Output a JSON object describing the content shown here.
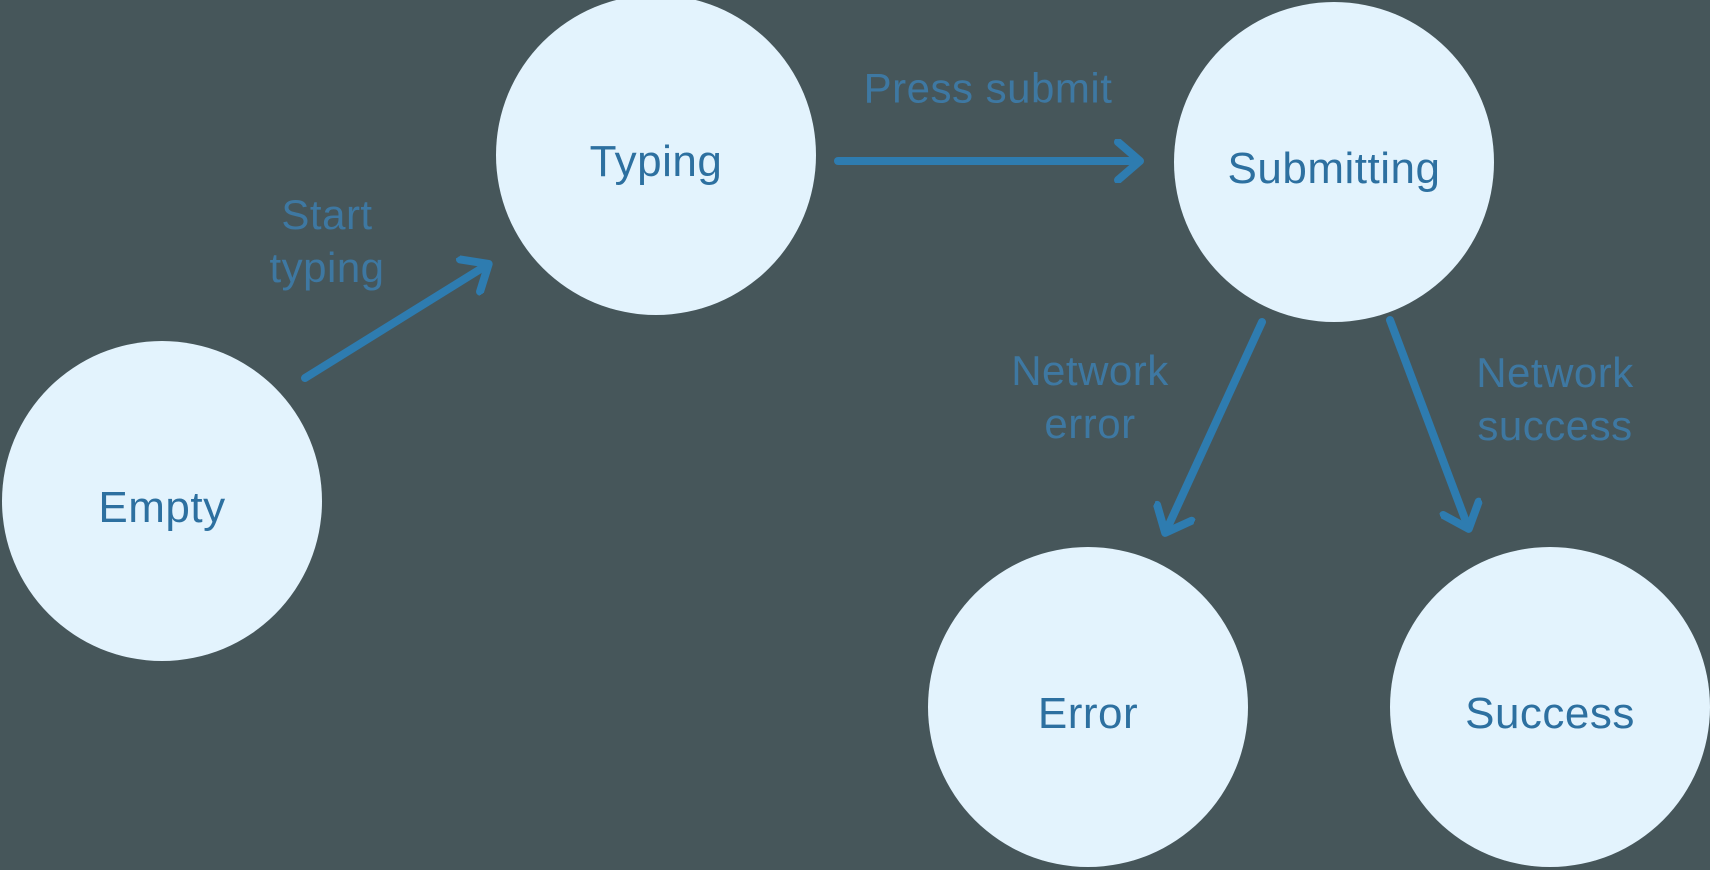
{
  "diagram": {
    "type": "state-machine",
    "nodes": {
      "empty": {
        "label": "Empty"
      },
      "typing": {
        "label": "Typing"
      },
      "submitting": {
        "label": "Submitting"
      },
      "error": {
        "label": "Error"
      },
      "success": {
        "label": "Success"
      }
    },
    "edges": {
      "start_typing": {
        "label": "Start\ntyping",
        "from": "Empty",
        "to": "Typing"
      },
      "press_submit": {
        "label": "Press submit",
        "from": "Typing",
        "to": "Submitting"
      },
      "network_error": {
        "label": "Network\nerror",
        "from": "Submitting",
        "to": "Error"
      },
      "network_success": {
        "label": "Network\nsuccess",
        "from": "Submitting",
        "to": "Success"
      }
    },
    "colors": {
      "background": "#46565a",
      "node_fill": "#e3f3fd",
      "node_text": "#2d70a0",
      "edge_label": "#3e78a2",
      "arrow": "#2e7cb0"
    }
  }
}
